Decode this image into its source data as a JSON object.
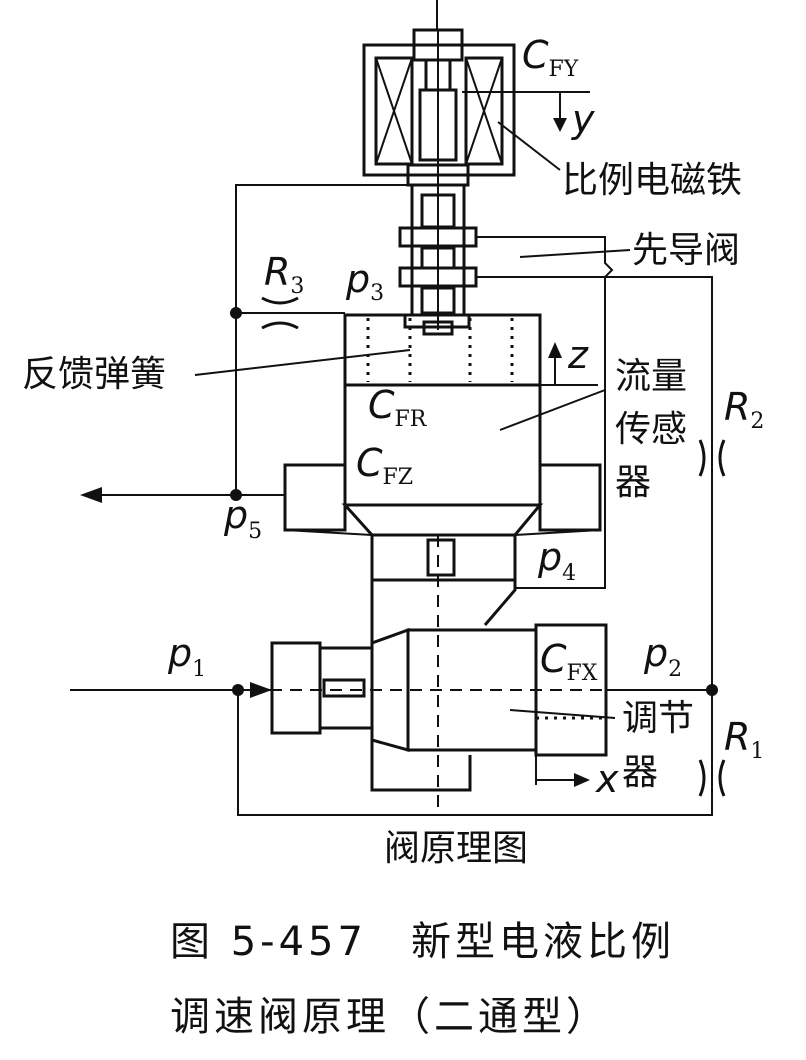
{
  "labels": {
    "c_fy": "C",
    "c_fy_sub": "FY",
    "y": "y",
    "proportional_solenoid": "比例电磁铁",
    "pilot_valve": "先导阀",
    "r3": "R",
    "r3_sub": "3",
    "p3": "p",
    "p3_sub": "3",
    "feedback_spring": "反馈弹簧",
    "z": "z",
    "flow_sensor_line1": "流量",
    "flow_sensor_line2": "传感",
    "flow_sensor_line3": "器",
    "c_fr": "C",
    "c_fr_sub": "FR",
    "r2": "R",
    "r2_sub": "2",
    "c_fz": "C",
    "c_fz_sub": "FZ",
    "p5": "p",
    "p5_sub": "5",
    "p4": "p",
    "p4_sub": "4",
    "p1": "p",
    "p1_sub": "1",
    "c_fx": "C",
    "c_fx_sub": "FX",
    "p2": "p",
    "p2_sub": "2",
    "regulator_line1": "调节",
    "regulator_line2": "器",
    "r1": "R",
    "r1_sub": "1",
    "x": "x",
    "valve_schematic": "阀原理图"
  },
  "caption": {
    "line1": "图 5-457　新型电液比例",
    "line2": "调速阀原理（二通型）"
  }
}
